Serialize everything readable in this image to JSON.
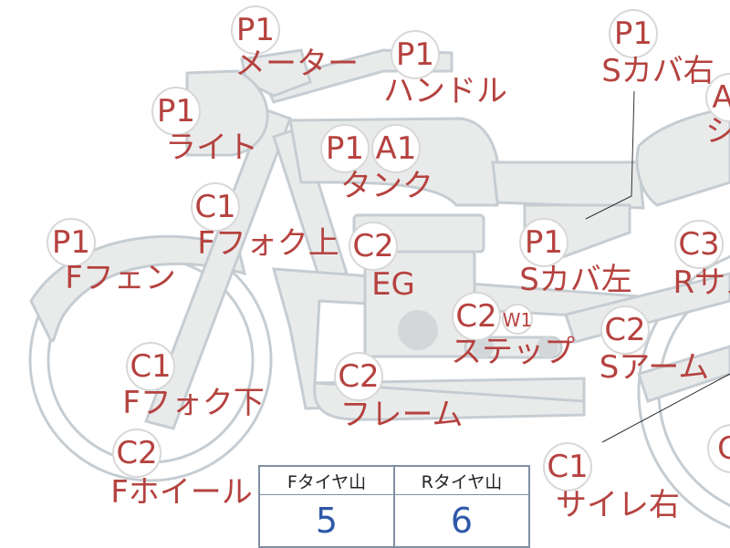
{
  "parts": [
    {
      "id": "meter",
      "grade": "P1",
      "label": "メーター"
    },
    {
      "id": "handle",
      "grade": "P1",
      "label": "ハンドル"
    },
    {
      "id": "light",
      "grade": "P1",
      "label": "ライト"
    },
    {
      "id": "tank",
      "grades": [
        "P1",
        "A1"
      ],
      "label": "タンク"
    },
    {
      "id": "seat-cover-right",
      "grade": "P1",
      "label": "Sカバ右"
    },
    {
      "id": "seat",
      "grade": "A",
      "label": "シ"
    },
    {
      "id": "front-fork-upper",
      "grade": "C1",
      "label": "Fフォク上"
    },
    {
      "id": "front-fender",
      "grade": "P1",
      "label": "Fフェン"
    },
    {
      "id": "engine",
      "grade": "C2",
      "label": "EG"
    },
    {
      "id": "seat-cover-left",
      "grade": "P1",
      "label": "Sカバ左"
    },
    {
      "id": "rear-suspension",
      "grade": "C3",
      "label": "Rサス"
    },
    {
      "id": "step",
      "grade": "C2",
      "sub_grade": "W1",
      "label": "ステップ"
    },
    {
      "id": "swing-arm",
      "grade": "C2",
      "label": "Sアーム"
    },
    {
      "id": "front-fork-lower",
      "grade": "C1",
      "label": "Fフォク下"
    },
    {
      "id": "frame",
      "grade": "C2",
      "label": "フレーム"
    },
    {
      "id": "front-wheel",
      "grade": "C2",
      "label": "Fホイール"
    },
    {
      "id": "muffler-right",
      "grade": "C1",
      "label": "サイレ右"
    },
    {
      "id": "rear-wheel",
      "grade": "C"
    }
  ],
  "tire_table": {
    "headers": [
      "Fタイヤ山",
      "Rタイヤ山"
    ],
    "values": [
      "5",
      "6"
    ]
  },
  "colors": {
    "grade_text": "#b5423f",
    "body_fill": "#e9ebeb",
    "body_stroke": "#c6cdd2",
    "tire_value": "#2f59a8",
    "table_border": "#7e8fa3"
  }
}
